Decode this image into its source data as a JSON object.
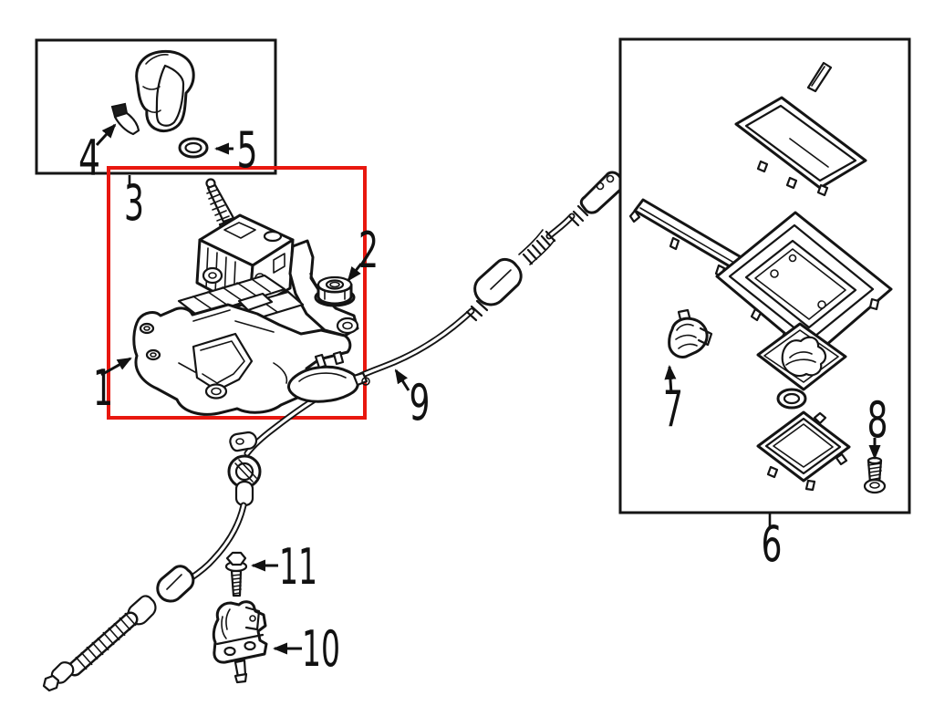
{
  "diagram": {
    "type": "exploded-parts-diagram",
    "subject": "gear-shift-control-and-cable-exploded-view",
    "background_color": "#ffffff",
    "line_color": "#141414",
    "highlight_color": "#e8170f",
    "callouts": {
      "c1": "1",
      "c2": "2",
      "c3": "3",
      "c4": "4",
      "c5": "5",
      "c6": "6",
      "c7": "7",
      "c8": "8",
      "c9": "9",
      "c10": "10",
      "c11": "11"
    },
    "parts": [
      {
        "id": "1",
        "name": "shifter-assembly",
        "highlighted": true
      },
      {
        "id": "2",
        "name": "flange-lock-nut"
      },
      {
        "id": "3",
        "name": "shift-knob-group-box"
      },
      {
        "id": "4",
        "name": "knob-clip"
      },
      {
        "id": "5",
        "name": "knob-o-ring"
      },
      {
        "id": "6",
        "name": "console-panel-group-box"
      },
      {
        "id": "7",
        "name": "retainer-clip"
      },
      {
        "id": "8",
        "name": "trim-screw"
      },
      {
        "id": "9",
        "name": "shift-control-cable"
      },
      {
        "id": "10",
        "name": "cable-mount-bracket"
      },
      {
        "id": "11",
        "name": "flange-bolt"
      }
    ]
  }
}
